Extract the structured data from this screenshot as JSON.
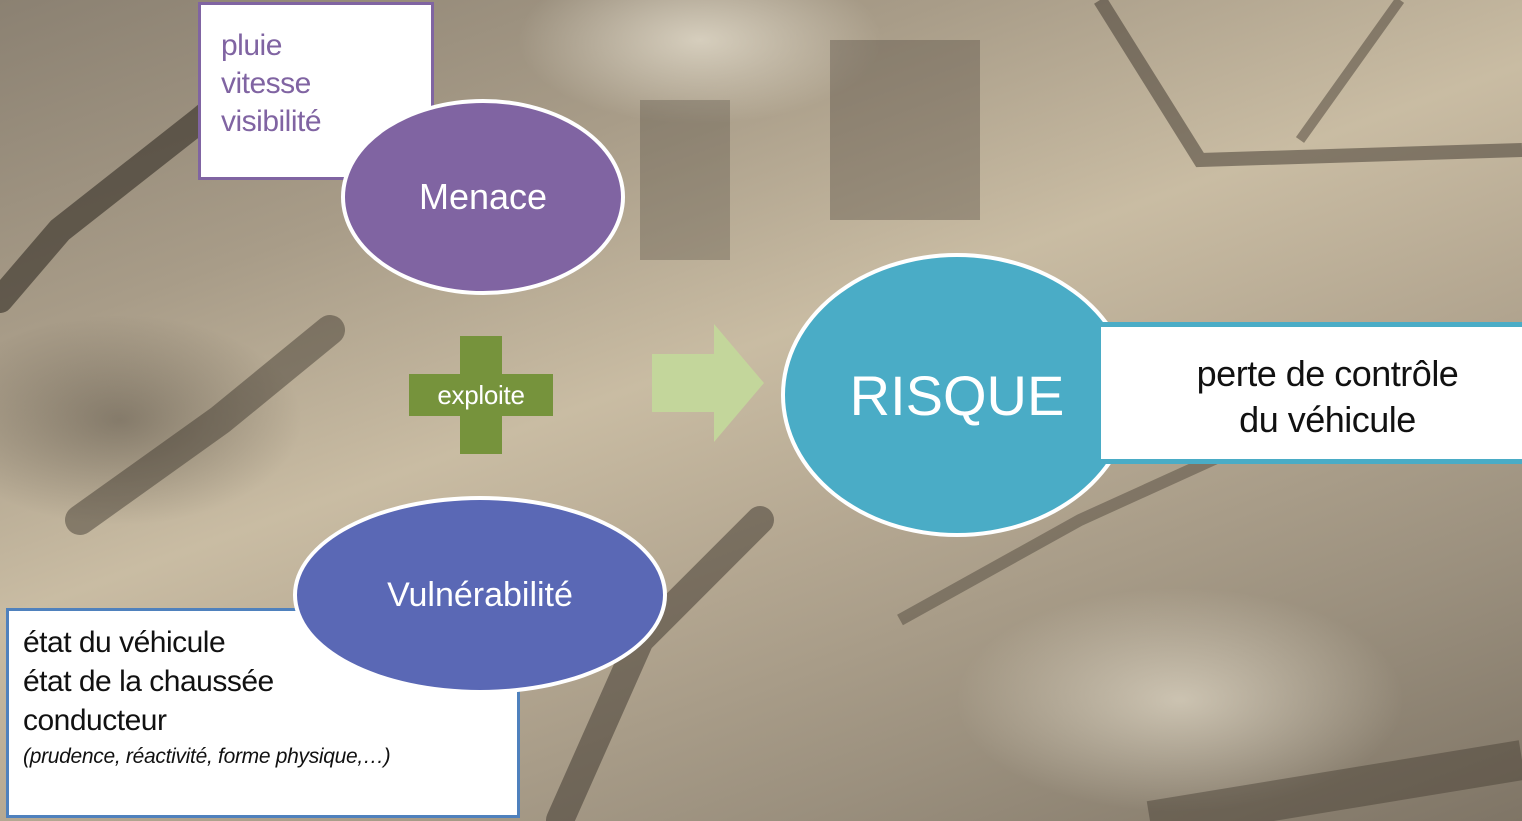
{
  "threat_factors": [
    "pluie",
    "vitesse",
    "visibilité"
  ],
  "menace_label": "Menace",
  "operator_label": "exploite",
  "vulnerability_label": "Vulnérabilité",
  "vulnerability_factors": [
    "état du véhicule",
    "état de la chaussée",
    "conducteur"
  ],
  "vulnerability_note": "(prudence, réactivité, forme physique,…)",
  "risk_label": "RISQUE",
  "risk_description": [
    "perte de contrôle",
    "du véhicule"
  ],
  "colors": {
    "menace": "#8064a2",
    "vulnerability": "#5a68b5",
    "risk": "#4aacc6",
    "operator": "#76933c",
    "arrow": "#c3d69b"
  }
}
